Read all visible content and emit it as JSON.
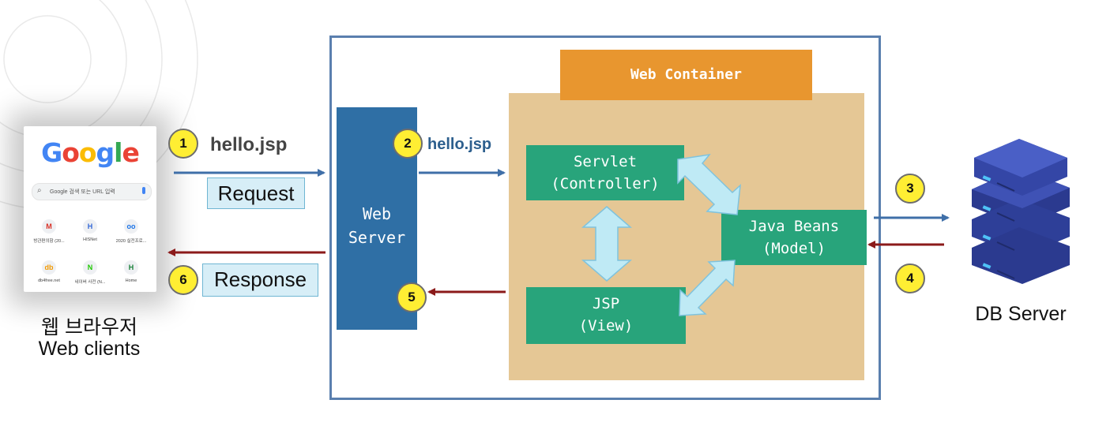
{
  "browser": {
    "logo_letters": [
      "G",
      "o",
      "o",
      "g",
      "l",
      "e"
    ],
    "logo_colors": [
      "#4285f4",
      "#ea4335",
      "#fbbc05",
      "#4285f4",
      "#34a853",
      "#ea4335"
    ],
    "search_placeholder": "Google 검색 또는 URL 입력",
    "shortcuts": [
      {
        "icon": "M",
        "color": "#d93025",
        "label": "방관편의함 (20..."
      },
      {
        "icon": "H",
        "color": "#3367d6",
        "label": "HISNet"
      },
      {
        "icon": "oo",
        "color": "#1a73e8",
        "label": "2020 실전프로..."
      },
      {
        "icon": "db",
        "color": "#f29900",
        "label": "db4free.net"
      },
      {
        "icon": "N",
        "color": "#1ec800",
        "label": "네이버 사전 (N..."
      },
      {
        "icon": "H",
        "color": "#188038",
        "label": "Home"
      }
    ]
  },
  "labels": {
    "client_korean": "웹 브라우저",
    "client_english": "Web clients",
    "db_server": "DB Server",
    "web_server": "Web\nServer",
    "web_container": "Web Container",
    "servlet": "Servlet\n(Controller)",
    "java_beans": "Java Beans\n(Model)",
    "jsp": "JSP\n(View)",
    "hello_client": "hello.jsp",
    "hello_server": "hello.jsp",
    "request": "Request",
    "response": "Response"
  },
  "steps": [
    "1",
    "2",
    "3",
    "4",
    "5",
    "6"
  ],
  "colors": {
    "request_arrow": "#3f6fa8",
    "response_arrow": "#8b1a1a",
    "web_server": "#2f6fa5",
    "container": "#e5c795",
    "container_header": "#e8962f",
    "component": "#28a47b",
    "step_badge": "#ffee33"
  }
}
